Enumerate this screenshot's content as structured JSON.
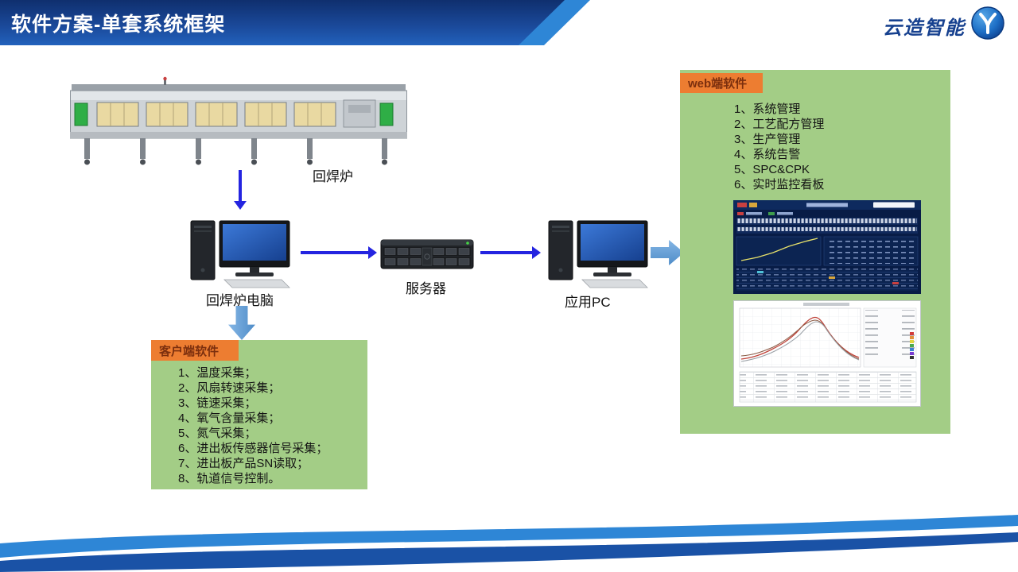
{
  "header": {
    "title": "软件方案-单套系统框架",
    "logo_text": "云造智能"
  },
  "colors": {
    "header_blue_dark": "#0F2F6E",
    "header_blue": "#1A4898",
    "accent_blue": "#2E86D6",
    "arrow_blue": "#2424E0",
    "block_arrow_blue": "#5B9BD5",
    "panel_green": "#A3CD86",
    "tab_orange": "#ED7D31",
    "tab_text_brown": "#7C2F0E"
  },
  "diagram": {
    "oven_label": "回焊炉",
    "oven_pc_label": "回焊炉电脑",
    "server_label": "服务器",
    "app_pc_label": "应用PC"
  },
  "client_panel": {
    "title": "客户端软件",
    "items": [
      "1、温度采集；",
      "2、风扇转速采集；",
      "3、链速采集；",
      "4、氧气含量采集；",
      "5、氮气采集；",
      "6、进出板传感器信号采集；",
      "7、进出板产品SN读取；",
      "8、轨道信号控制。"
    ]
  },
  "web_panel": {
    "title": "web端软件",
    "items": [
      "1、系统管理",
      "2、工艺配方管理",
      "3、生产管理",
      "4、系统告警",
      "5、SPC&CPK",
      "6、实时监控看板"
    ]
  }
}
